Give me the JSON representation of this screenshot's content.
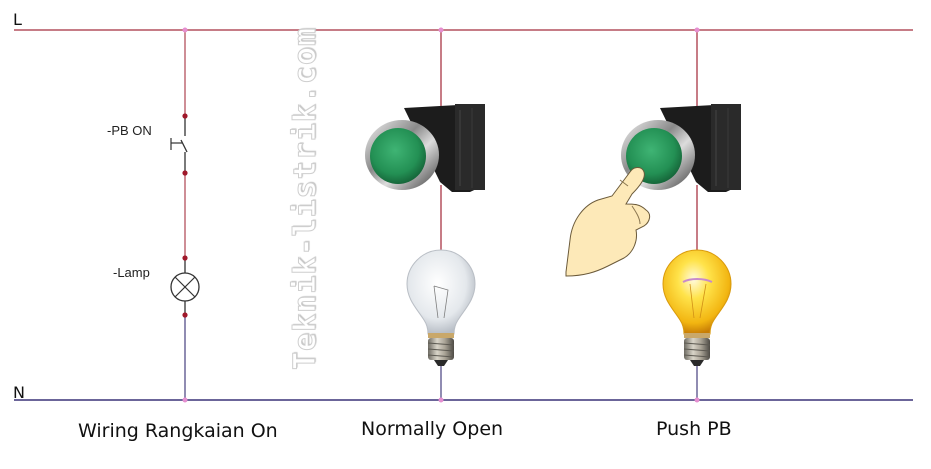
{
  "diagram": {
    "rails": {
      "line_label": "L",
      "neutral_label": "N",
      "line_color": "#b4505e",
      "neutral_color": "#6b6599",
      "junction_color": "#e58fd0"
    },
    "schematic": {
      "switch_label": "-PB ON",
      "lamp_label": "-Lamp",
      "terminal_color": "#a0182a"
    },
    "watermark": "Teknik-listrik.com",
    "panels": [
      {
        "caption": "Wiring Rangkaian On",
        "state": "schematic"
      },
      {
        "caption": "Normally Open",
        "state": "button released, lamp off"
      },
      {
        "caption": "Push PB",
        "state": "button pressed, lamp on"
      }
    ],
    "colors": {
      "button_green": "#2f9a5e",
      "lamp_on": "#f7c51e"
    }
  }
}
